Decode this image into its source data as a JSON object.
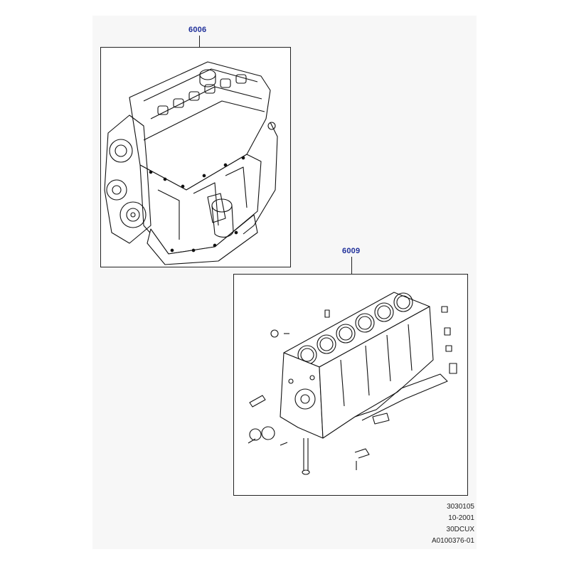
{
  "parts": {
    "engine_assembly": {
      "ref": "6006"
    },
    "cylinder_block": {
      "ref": "6009"
    }
  },
  "footer": {
    "lines": [
      "3030105",
      "10-2001",
      "30DCUX",
      "A0100376-01"
    ]
  }
}
